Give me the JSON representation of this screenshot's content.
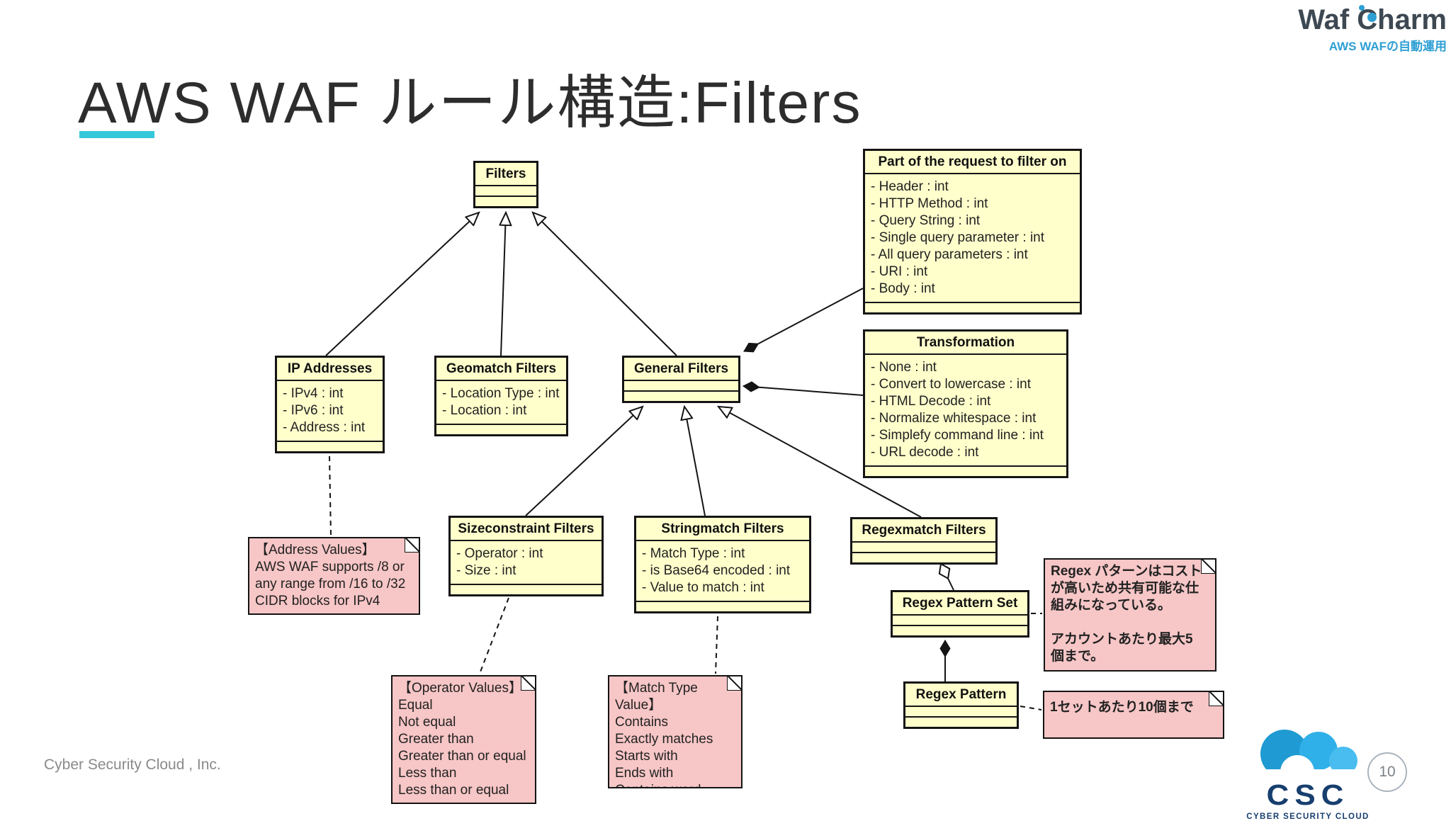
{
  "page": {
    "title": "AWS WAF ルール構造:Filters"
  },
  "logo": {
    "name": "Waf Charm",
    "tagline": "AWS WAFの自動運用"
  },
  "colors": {
    "class_fill": "#ffffcc",
    "note_fill": "#f7c6c6",
    "accent_underline": "#35c8db",
    "logo_blue": "#2e9fd4",
    "csc_navy": "#173f6e"
  },
  "classes": {
    "filters": {
      "title": "Filters",
      "attributes": []
    },
    "part": {
      "title": "Part of the request to filter on",
      "attributes": [
        "- Header : int",
        "- HTTP Method : int",
        "- Query String : int",
        "- Single query parameter : int",
        "- All query parameters : int",
        "- URI : int",
        "- Body : int"
      ]
    },
    "transformation": {
      "title": "Transformation",
      "attributes": [
        "- None : int",
        "- Convert to lowercase : int",
        "- HTML Decode : int",
        "- Normalize whitespace : int",
        "- Simplefy command line : int",
        "- URL decode : int"
      ]
    },
    "ip": {
      "title": "IP Addresses",
      "attributes": [
        "- IPv4 : int",
        "- IPv6 : int",
        "- Address : int"
      ]
    },
    "geomatch": {
      "title": "Geomatch Filters",
      "attributes": [
        "- Location Type : int",
        "- Location : int"
      ]
    },
    "general": {
      "title": "General Filters",
      "attributes": []
    },
    "sizeconstraint": {
      "title": "Sizeconstraint Filters",
      "attributes": [
        "- Operator : int",
        "- Size : int"
      ]
    },
    "stringmatch": {
      "title": "Stringmatch Filters",
      "attributes": [
        "- Match Type : int",
        "- is Base64 encoded : int",
        "- Value to match : int"
      ]
    },
    "regexmatch": {
      "title": "Regexmatch Filters",
      "attributes": []
    },
    "regexset": {
      "title": "Regex Pattern Set",
      "attributes": []
    },
    "regexpattern": {
      "title": "Regex Pattern",
      "attributes": []
    }
  },
  "notes": {
    "address_values": {
      "lines": [
        "【Address Values】",
        "AWS WAF supports /8 or",
        "any range from /16 to /32",
        "CIDR blocks for IPv4"
      ]
    },
    "operator_values": {
      "lines": [
        "【Operator Values】",
        "Equal",
        "Not equal",
        "Greater than",
        "Greater than or equal",
        "Less than",
        "Less than or equal"
      ]
    },
    "match_type_value": {
      "lines": [
        "【Match Type Value】",
        "Contains",
        "Exactly matches",
        "Starts with",
        "Ends with",
        "Contains word"
      ]
    },
    "regex_cost": {
      "lines": [
        "Regex パターンはコスト",
        "が高いため共有可能な仕",
        "組みになっている。",
        "",
        "アカウントあたり最大5",
        "個まで。"
      ]
    },
    "regex_limit": {
      "lines": [
        "1セットあたり10個まで"
      ]
    }
  },
  "footer": {
    "company": "Cyber Security Cloud , Inc.",
    "page_number": "10",
    "csc_acronym": "CSC",
    "csc_caption": "CYBER SECURITY CLOUD"
  }
}
